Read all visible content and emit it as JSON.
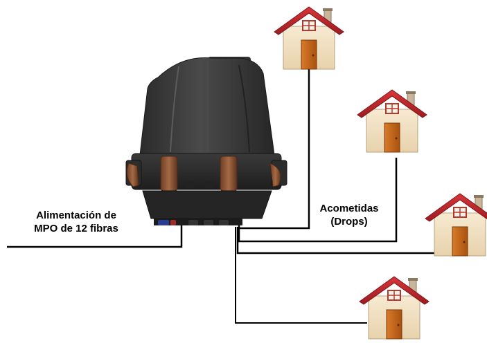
{
  "feed": {
    "line1": "Alimentación de",
    "line2": "MPO de 12 fibras"
  },
  "drops": {
    "line1": "Acometidas",
    "line2": "(Drops)"
  },
  "colors": {
    "enclosure": "#3f3f3f",
    "enclosure_dark": "#2a2a2a",
    "clip": "#8b5a3c",
    "roof": "#c0282d",
    "wall": "#f2e2c4",
    "door": "#c5671d",
    "cable": "#000000"
  },
  "icons": [
    "fiber-enclosure-icon",
    "house-icon"
  ]
}
